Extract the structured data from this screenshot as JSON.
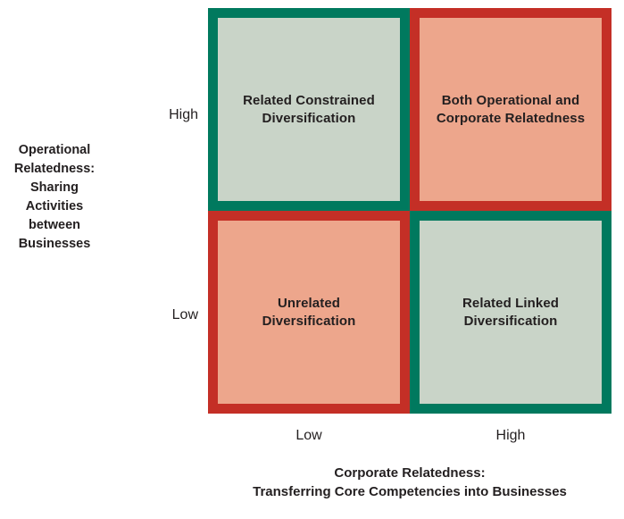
{
  "diagram": {
    "type": "2x2-matrix",
    "title": "",
    "palette": {
      "teal_border": "#00795e",
      "sage_fill": "#c9d4c8",
      "red_border": "#c42f26",
      "salmon_fill": "#eda68c",
      "text": "#231f20",
      "background": "#ffffff"
    },
    "y_axis": {
      "title": "Operational\nRelatedness:\nSharing\nActivities\nbetween\nBusinesses",
      "ticks": {
        "high": "High",
        "low": "Low"
      }
    },
    "x_axis": {
      "title": "Corporate Relatedness:\nTransferring Core Competencies into Businesses",
      "ticks": {
        "low": "Low",
        "high": "High"
      }
    },
    "quadrants": [
      {
        "id": "top-left",
        "label": "Related Constrained\nDiversification",
        "x_level": "Low",
        "y_level": "High",
        "border_color": "#00795e",
        "fill_color": "#c9d4c8"
      },
      {
        "id": "top-right",
        "label": "Both Operational and\nCorporate Relatedness",
        "x_level": "High",
        "y_level": "High",
        "border_color": "#c42f26",
        "fill_color": "#eda68c"
      },
      {
        "id": "bottom-left",
        "label": "Unrelated\nDiversification",
        "x_level": "Low",
        "y_level": "Low",
        "border_color": "#c42f26",
        "fill_color": "#eda68c"
      },
      {
        "id": "bottom-right",
        "label": "Related Linked\nDiversification",
        "x_level": "High",
        "y_level": "Low",
        "border_color": "#00795e",
        "fill_color": "#c9d4c8"
      }
    ]
  }
}
